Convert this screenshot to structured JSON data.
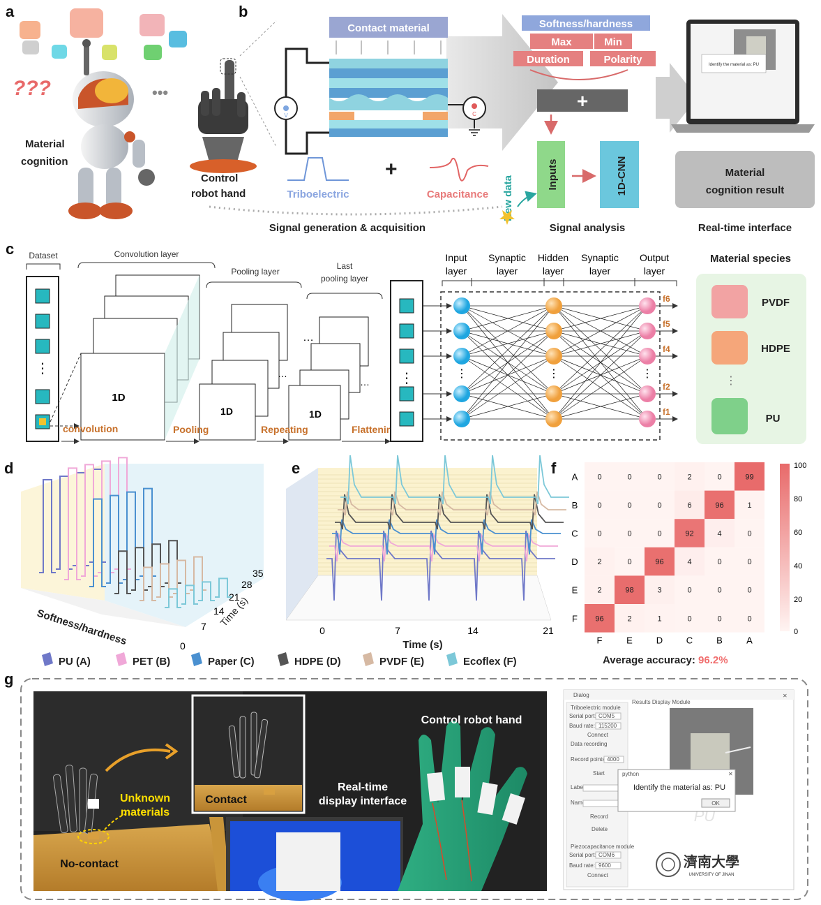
{
  "panels": {
    "a": "a",
    "b": "b",
    "c": "c",
    "d": "d",
    "e": "e",
    "f": "f",
    "g": "g"
  },
  "a": {
    "question_marks": "???",
    "dots": "•••",
    "label_line1": "Material",
    "label_line2": "cognition"
  },
  "b": {
    "contact_material": "Contact material",
    "control_hand_line1": "Control",
    "control_hand_line2": "robot hand",
    "triboelectric": "Triboelectric",
    "plus": "+",
    "capacitance": "Capacitance",
    "v_label": "V",
    "c_label": "C",
    "signal_generation": "Signal generation & acquisition",
    "features": {
      "softness": "Softness/hardness",
      "max": "Max",
      "min": "Min",
      "duration": "Duration",
      "polarity": "Polarity"
    },
    "new_data": "New data",
    "inputs": "Inputs",
    "cnn": "1D-CNN",
    "signal_analysis": "Signal analysis",
    "result_line1": "Material",
    "result_line2": "cognition result",
    "realtime_interface": "Real-time interface",
    "laptop_text": "Identify the material as:  PU"
  },
  "c": {
    "dataset": "Dataset",
    "convolution_layer": "Convolution layer",
    "pooling_layer": "Pooling layer",
    "last_pooling_1": "Last",
    "last_pooling_2": "pooling layer",
    "one_d": "1D",
    "convolution": "convolution",
    "pooling": "Pooling",
    "repeating": "Repeating",
    "flattening": "Flattening",
    "input_layer_1": "Input",
    "input_layer_2": "layer",
    "synaptic_1": "Synaptic",
    "synaptic_2": "layer",
    "hidden_1": "Hidden",
    "hidden_2": "layer",
    "output_1": "Output",
    "output_2": "layer",
    "outputs": [
      "f6",
      "f5",
      "f4",
      "f2",
      "f1"
    ],
    "material_species": "Material species",
    "species": [
      "PVDF",
      "HDPE",
      "PU"
    ],
    "species_colors": [
      "#f2a3a3",
      "#f5a67a",
      "#7fd08a"
    ],
    "ellipsis": "…",
    "vdots": "⋮"
  },
  "d": {
    "xlabel": "Softness/hardness",
    "ylabel": "Time (s)",
    "ticks": [
      "0",
      "7",
      "14",
      "21",
      "28",
      "35"
    ]
  },
  "e": {
    "xlabel": "Time (s)",
    "ticks": [
      "0",
      "7",
      "14",
      "21"
    ]
  },
  "f": {
    "rows": [
      "A",
      "B",
      "C",
      "D",
      "E",
      "F"
    ],
    "cols": [
      "F",
      "E",
      "D",
      "C",
      "B",
      "A"
    ],
    "matrix": [
      [
        0,
        0,
        0,
        2,
        0,
        99
      ],
      [
        0,
        0,
        0,
        6,
        96,
        1
      ],
      [
        0,
        0,
        0,
        92,
        4,
        0
      ],
      [
        2,
        0,
        96,
        4,
        0,
        0
      ],
      [
        2,
        98,
        3,
        0,
        0,
        0
      ],
      [
        96,
        2,
        1,
        0,
        0,
        0
      ]
    ],
    "colorbar_ticks": [
      "100",
      "80",
      "60",
      "40",
      "20",
      "0"
    ],
    "accuracy_label": "Average accuracy: ",
    "accuracy_value": "96.2%"
  },
  "legend": [
    {
      "label": "PU (A)",
      "color": "#6f78c8"
    },
    {
      "label": "PET (B)",
      "color": "#f0a8d8"
    },
    {
      "label": "Paper (C)",
      "color": "#4a90d0"
    },
    {
      "label": "HDPE (D)",
      "color": "#555555"
    },
    {
      "label": "PVDF (E)",
      "color": "#d6b9a3"
    },
    {
      "label": "Ecoflex (F)",
      "color": "#7cc8d8"
    }
  ],
  "g": {
    "unknown_1": "Unknown",
    "unknown_2": "materials",
    "no_contact": "No-contact",
    "contact": "Contact",
    "realtime_1": "Real-time",
    "realtime_2": "display interface",
    "control_hand": "Control robot hand",
    "ui": {
      "window_title": "Dialog",
      "tribo_module": "Triboelectric module",
      "serial_port": "Serial port:",
      "com_value": "COM5",
      "baud_rate": "Baud rate:",
      "baud_value": "115200",
      "connect": "Connect",
      "data_recording": "Data recording",
      "record_points": "Record points:",
      "record_value": "4000",
      "start": "Start",
      "label": "Label",
      "name": "Name",
      "record": "Record",
      "delete": "Delete",
      "pcap_module": "Piezocapacitance module",
      "com_value2": "COM6",
      "baud_value2": "9600",
      "connect2": "Connect",
      "results_module": "Results Display Module",
      "popup_title": "python",
      "popup_text": "Identify the material as:  PU",
      "ok": "OK",
      "pu_watermark": "PU",
      "univ_cn": "濟南大學",
      "univ_en": "UNIVERSITY OF JINAN"
    }
  }
}
